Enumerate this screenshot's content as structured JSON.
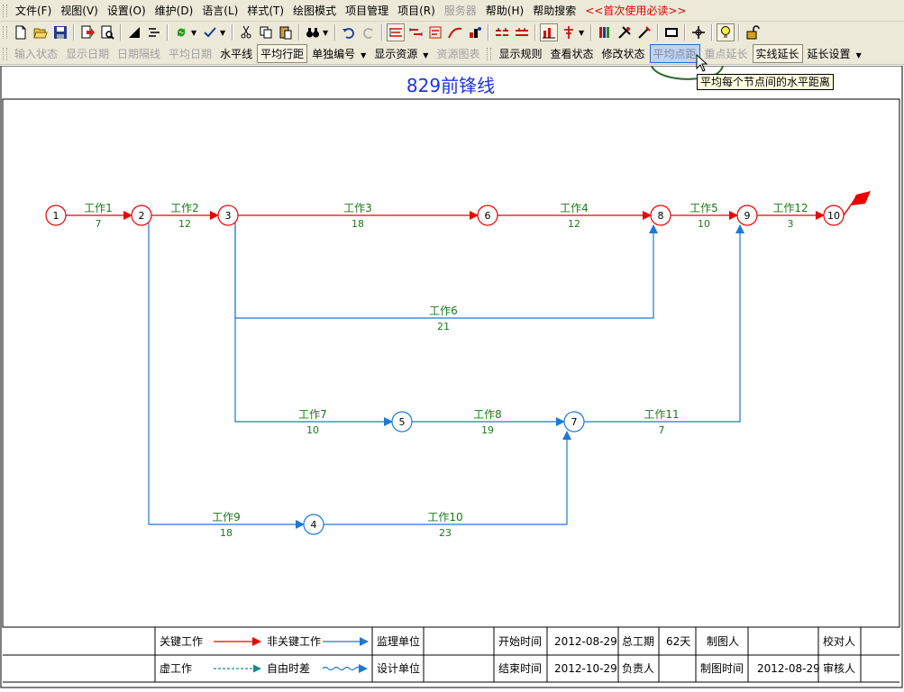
{
  "menu": {
    "items": [
      "文件(F)",
      "视图(V)",
      "设置(O)",
      "维护(D)",
      "语言(L)",
      "样式(T)",
      "绘图模式",
      "项目管理",
      "项目(R)",
      "服务器",
      "帮助(H)",
      "帮助搜索",
      "<<首次使用必读>>"
    ]
  },
  "toolbar2": {
    "input_status": "输入状态",
    "show_date": "显示日期",
    "date_interval": "日期隔线",
    "avg_date": "平均日期",
    "horizontal_line": "水平线",
    "avg_row_distance": "平均行距",
    "individual_number": "单独编号",
    "show_resource": "显示资源",
    "resource_chart": "资源图表",
    "show_rules": "显示规则",
    "view_status": "查看状态",
    "modify_status": "修改状态",
    "avg_node_distance": "平均点距",
    "endpoint_extend": "重点延长",
    "solid_extend": "实线延长",
    "extend_settings": "延长设置"
  },
  "tooltip": "平均每个节点间的水平距离",
  "diagram": {
    "title": "829前锋线",
    "colors": {
      "critical": "#ee0000",
      "noncritical": "#1e78d7",
      "label": "#1a7a1a",
      "title": "#1e32e6",
      "text": "#000000"
    },
    "nodes": [
      {
        "id": "1",
        "critical": true
      },
      {
        "id": "2",
        "critical": true
      },
      {
        "id": "3",
        "critical": true
      },
      {
        "id": "6",
        "critical": true
      },
      {
        "id": "8",
        "critical": true
      },
      {
        "id": "9",
        "critical": true
      },
      {
        "id": "10",
        "critical": true
      },
      {
        "id": "5",
        "critical": false
      },
      {
        "id": "7",
        "critical": false
      },
      {
        "id": "4",
        "critical": false
      }
    ],
    "activities": [
      {
        "name": "工作1",
        "duration": "7",
        "from": "1",
        "to": "2",
        "critical": true
      },
      {
        "name": "工作2",
        "duration": "12",
        "from": "2",
        "to": "3",
        "critical": true
      },
      {
        "name": "工作3",
        "duration": "18",
        "from": "3",
        "to": "6",
        "critical": true
      },
      {
        "name": "工作4",
        "duration": "12",
        "from": "6",
        "to": "8",
        "critical": true
      },
      {
        "name": "工作5",
        "duration": "10",
        "from": "8",
        "to": "9",
        "critical": true
      },
      {
        "name": "工作12",
        "duration": "3",
        "from": "9",
        "to": "10",
        "critical": true
      },
      {
        "name": "工作6",
        "duration": "21",
        "from": "3",
        "to": "8",
        "critical": false
      },
      {
        "name": "工作7",
        "duration": "10",
        "from": "3",
        "to": "5",
        "critical": false
      },
      {
        "name": "工作8",
        "duration": "19",
        "from": "5",
        "to": "7",
        "critical": false
      },
      {
        "name": "工作11",
        "duration": "7",
        "from": "7",
        "to": "9",
        "critical": false
      },
      {
        "name": "工作9",
        "duration": "18",
        "from": "2",
        "to": "4",
        "critical": false
      },
      {
        "name": "工作10",
        "duration": "23",
        "from": "4",
        "to": "7",
        "critical": false
      }
    ]
  },
  "legend": {
    "critical_work": "关键工作",
    "noncritical_work": "非关键工作",
    "dummy_work": "虚工作",
    "free_float": "自由时差",
    "supervision_unit": "监理单位",
    "design_unit": "设计单位",
    "start_time_label": "开始时间",
    "start_time": "2012-08-29",
    "end_time_label": "结束时间",
    "end_time": "2012-10-29",
    "total_duration_label": "总工期",
    "total_duration": "62天",
    "responsible_label": "负责人",
    "drawer_label": "制图人",
    "draw_time_label": "制图时间",
    "draw_time": "2012-08-29",
    "proofreader_label": "校对人",
    "reviewer_label": "审核人"
  }
}
